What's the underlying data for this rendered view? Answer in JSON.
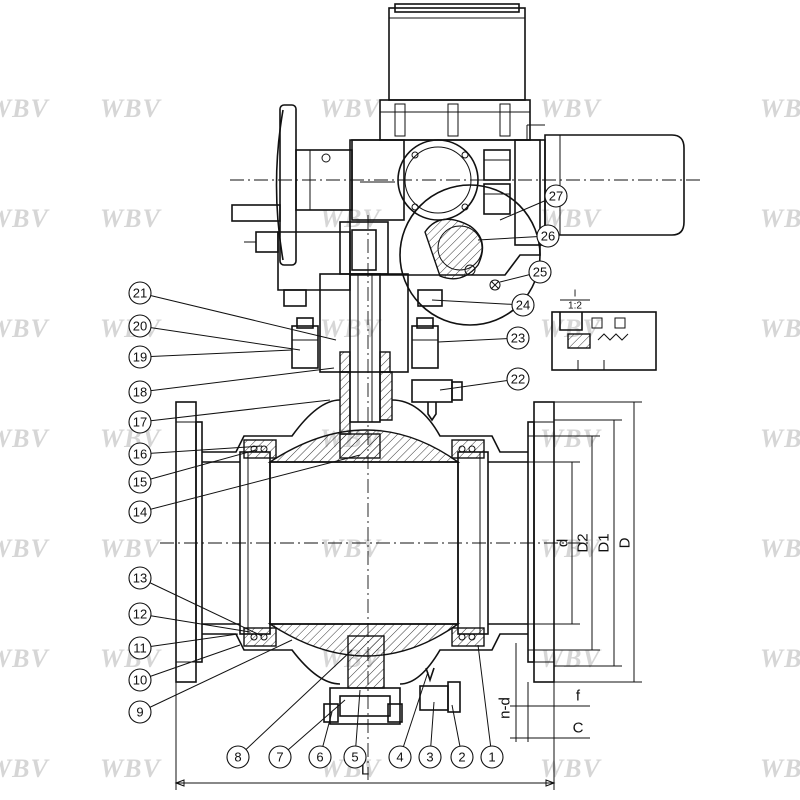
{
  "watermark": {
    "text": "WBV"
  },
  "callouts": [
    "1",
    "2",
    "3",
    "4",
    "5",
    "6",
    "7",
    "8",
    "9",
    "10",
    "11",
    "12",
    "13",
    "14",
    "15",
    "16",
    "17",
    "18",
    "19",
    "20",
    "21",
    "22",
    "23",
    "24",
    "25",
    "26",
    "27"
  ],
  "dimensions": {
    "length": "L",
    "bore": "d",
    "raised_face": "D2",
    "bolt_circle": "D1",
    "flange_od": "D",
    "bolt_holes": "n-d",
    "face_height": "f",
    "flange_thickness": "C"
  },
  "detail": {
    "label": "I",
    "scale": "1:2"
  }
}
